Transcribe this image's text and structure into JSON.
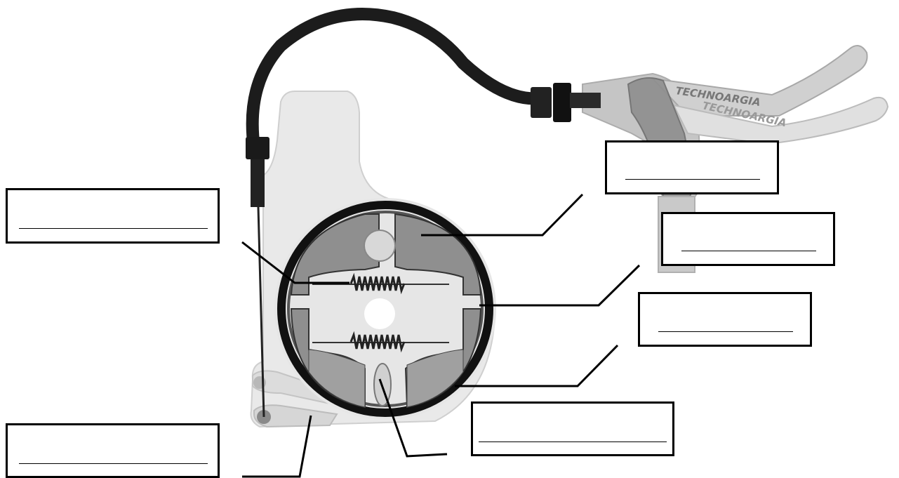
{
  "diagram": {
    "brand_text": "TECHNOARGIA",
    "colors": {
      "hose": "#1a1a1a",
      "body": "#e8e8e8",
      "shoe": "#8f8f8f",
      "drum": "#111111",
      "lever": "#bdbdbd"
    }
  },
  "label_boxes": [
    {
      "id": "upper-left",
      "text": ""
    },
    {
      "id": "lower-left",
      "text": ""
    },
    {
      "id": "upper-right",
      "text": ""
    },
    {
      "id": "middle-right",
      "text": ""
    },
    {
      "id": "right",
      "text": ""
    },
    {
      "id": "bottom-center",
      "text": ""
    }
  ]
}
